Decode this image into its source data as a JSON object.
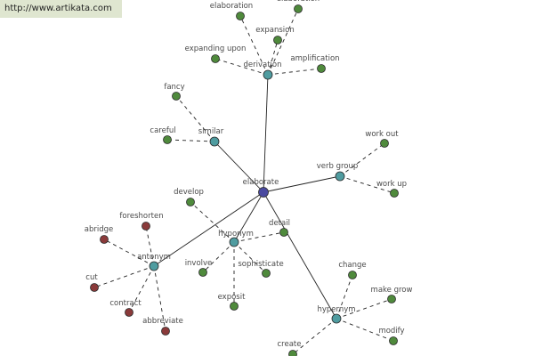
{
  "source_link": "http://www.artikata.com",
  "colors": {
    "center": "#4a4aa0",
    "hub": "#4f9ca0",
    "synonym": "#4f8a3c",
    "antonym": "#8a3a3a",
    "edge": "#222222"
  },
  "center_word": "elaborate",
  "hubs": [
    {
      "id": "derivation",
      "label": "derivation"
    },
    {
      "id": "similar",
      "label": "similar"
    },
    {
      "id": "verb-group",
      "label": "verb group"
    },
    {
      "id": "hyponym",
      "label": "hyponym"
    },
    {
      "id": "antonym",
      "label": "antonym"
    },
    {
      "id": "hypernym",
      "label": "hypernym"
    }
  ],
  "leaves": [
    {
      "id": "elaboration",
      "label": "elaboration",
      "hub": "derivation",
      "kind": "synonym"
    },
    {
      "id": "elaboration-2",
      "label": "elaboration",
      "hub": "derivation",
      "kind": "synonym"
    },
    {
      "id": "expansion",
      "label": "expansion",
      "hub": "derivation",
      "kind": "synonym"
    },
    {
      "id": "expanding-upon",
      "label": "expanding upon",
      "hub": "derivation",
      "kind": "synonym"
    },
    {
      "id": "amplification",
      "label": "amplification",
      "hub": "derivation",
      "kind": "synonym"
    },
    {
      "id": "fancy",
      "label": "fancy",
      "hub": "similar",
      "kind": "synonym"
    },
    {
      "id": "careful",
      "label": "careful",
      "hub": "similar",
      "kind": "synonym"
    },
    {
      "id": "work-out",
      "label": "work out",
      "hub": "verb-group",
      "kind": "synonym"
    },
    {
      "id": "work-up",
      "label": "work up",
      "hub": "verb-group",
      "kind": "synonym"
    },
    {
      "id": "develop",
      "label": "develop",
      "hub": "hyponym",
      "kind": "synonym"
    },
    {
      "id": "detail",
      "label": "detail",
      "hub": "hyponym",
      "kind": "synonym"
    },
    {
      "id": "involve",
      "label": "involve",
      "hub": "hyponym",
      "kind": "synonym"
    },
    {
      "id": "sophisticate",
      "label": "sophisticate",
      "hub": "hyponym",
      "kind": "synonym"
    },
    {
      "id": "exposit",
      "label": "exposit",
      "hub": "hyponym",
      "kind": "synonym"
    },
    {
      "id": "foreshorten",
      "label": "foreshorten",
      "hub": "antonym",
      "kind": "antonym"
    },
    {
      "id": "abridge",
      "label": "abridge",
      "hub": "antonym",
      "kind": "antonym"
    },
    {
      "id": "cut",
      "label": "cut",
      "hub": "antonym",
      "kind": "antonym"
    },
    {
      "id": "contract",
      "label": "contract",
      "hub": "antonym",
      "kind": "antonym"
    },
    {
      "id": "abbreviate",
      "label": "abbreviate",
      "hub": "antonym",
      "kind": "antonym"
    },
    {
      "id": "change",
      "label": "change",
      "hub": "hypernym",
      "kind": "synonym"
    },
    {
      "id": "make-grow",
      "label": "make grow",
      "hub": "hypernym",
      "kind": "synonym"
    },
    {
      "id": "modify",
      "label": "modify",
      "hub": "hypernym",
      "kind": "synonym"
    },
    {
      "id": "create",
      "label": "create",
      "hub": "hypernym",
      "kind": "synonym"
    }
  ]
}
